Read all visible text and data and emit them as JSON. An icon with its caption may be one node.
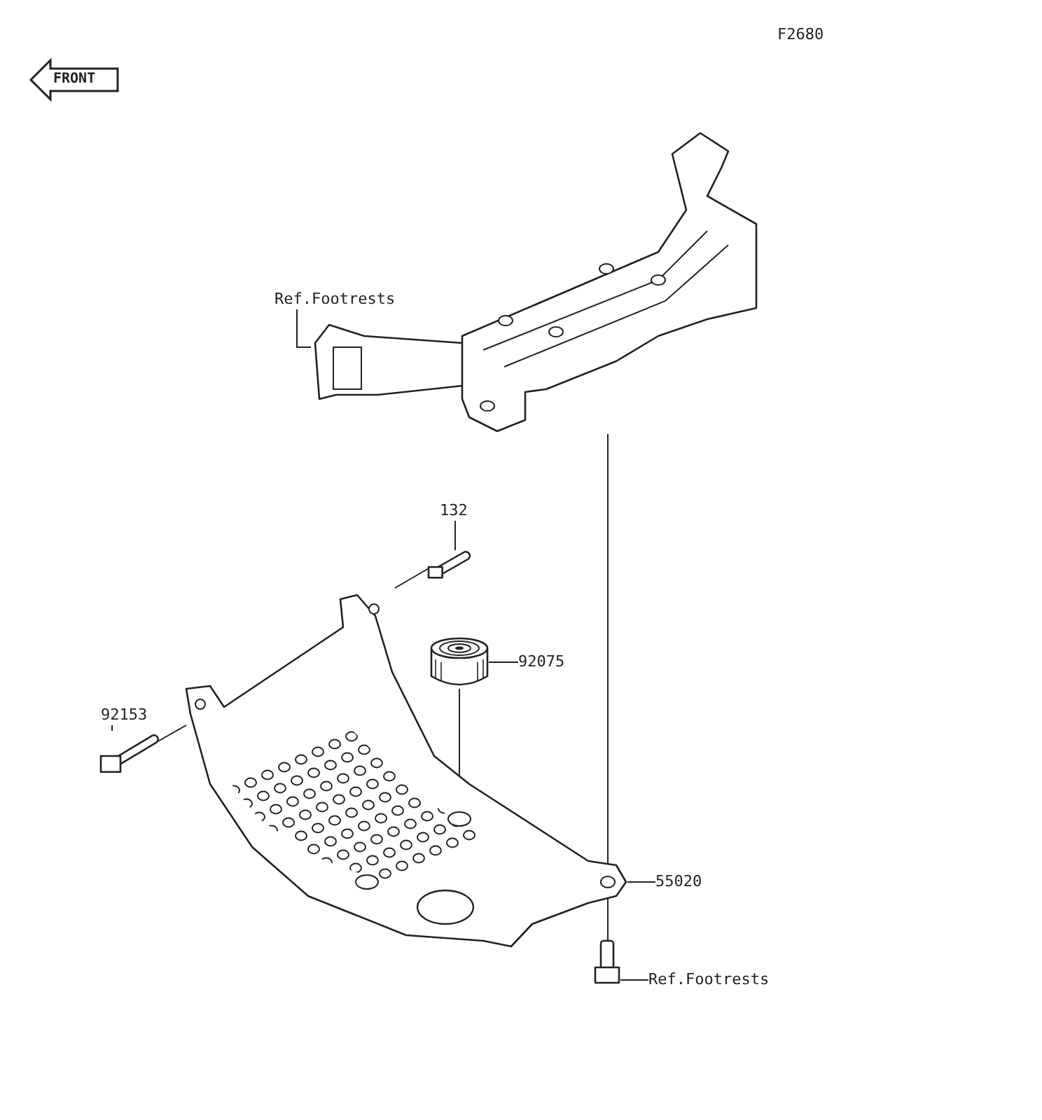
{
  "diagram": {
    "nodes": [
      {
        "text": [
          "Ref.Footrests"
        ]
      },
      {
        "text": [],
        "shape": "picture"
      },
      {
        "text": [
          "132"
        ]
      },
      {
        "text": [],
        "shape": "picture"
      },
      {
        "text": [
          "92075"
        ]
      },
      {
        "text": [],
        "shape": "picture"
      },
      {
        "text": [
          "92153"
        ]
      },
      {
        "text": [],
        "shape": "picture"
      },
      {
        "text": [
          "55020"
        ]
      },
      {
        "text": [],
        "shape": "picture"
      },
      {
        "text": [
          "Ref.Footrests"
        ]
      },
      {
        "text": [],
        "shape": "picture"
      }
    ],
    "edges": [
      {
        "from": 0,
        "to": 1,
        "arrow": "none"
      },
      {
        "from": 2,
        "to": 3,
        "arrow": "none"
      },
      {
        "from": 4,
        "to": 5,
        "arrow": "none"
      },
      {
        "from": 6,
        "to": 7,
        "arrow": "none"
      },
      {
        "from": 8,
        "to": 9,
        "arrow": "none"
      },
      {
        "from": 10,
        "to": 11,
        "arrow": "none"
      },
      {
        "from": 3,
        "to": 9,
        "arrow": "none"
      },
      {
        "from": 7,
        "to": 9,
        "arrow": "none"
      },
      {
        "from": 5,
        "to": 9,
        "arrow": "none"
      },
      {
        "from": 1,
        "to": 9,
        "arrow": "none"
      },
      {
        "from": 9,
        "to": 11,
        "arrow": "none"
      }
    ],
    "labels": [
      "F2680",
      "FRONT"
    ]
  }
}
